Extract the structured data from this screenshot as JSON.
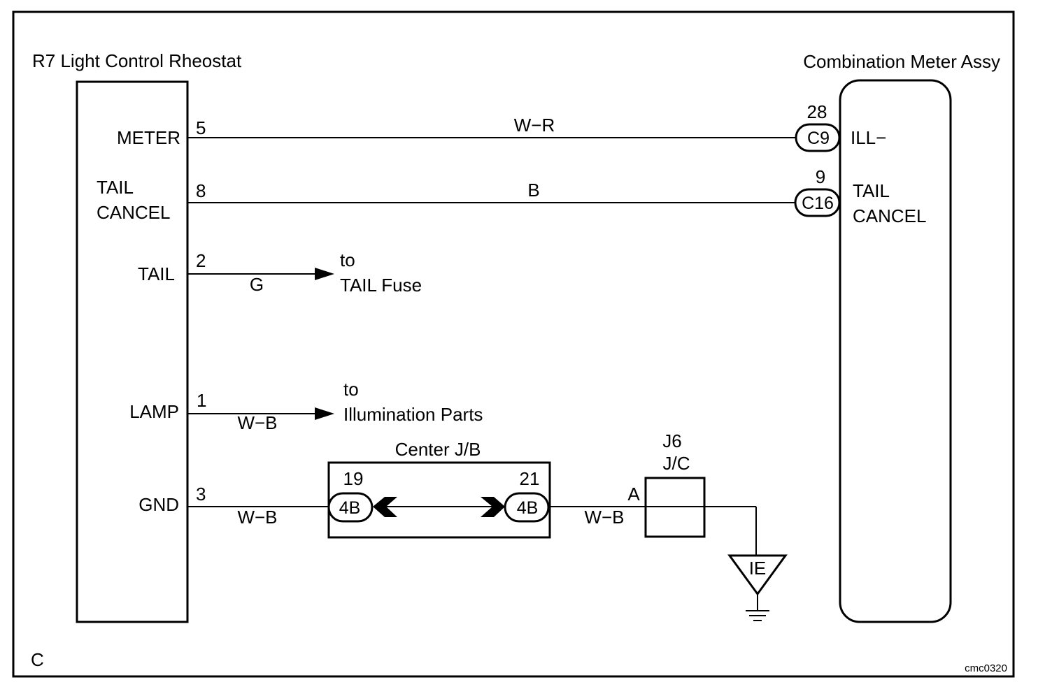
{
  "left_component": {
    "title": "R7 Light Control Rheostat",
    "pins": {
      "meter": {
        "label": "METER",
        "number": "5",
        "wire_color": "W−R"
      },
      "tail_cancel": {
        "label_line1": "TAIL",
        "label_line2": "CANCEL",
        "number": "8",
        "wire_color": "B"
      },
      "tail": {
        "label": "TAIL",
        "number": "2",
        "wire_color": "G",
        "dest_line1": "to",
        "dest_line2": "TAIL Fuse"
      },
      "lamp": {
        "label": "LAMP",
        "number": "1",
        "wire_color": "W−B",
        "dest_line1": "to",
        "dest_line2": "Illumination Parts"
      },
      "gnd": {
        "label": "GND",
        "number": "3",
        "wire_color": "W−B"
      }
    }
  },
  "right_component": {
    "title": "Combination Meter Assy",
    "pins": {
      "ill": {
        "label": "ILL−",
        "connector": "C9",
        "number": "28"
      },
      "tail_cancel": {
        "label_line1": "TAIL",
        "label_line2": "CANCEL",
        "connector": "C16",
        "number": "9"
      }
    }
  },
  "center_jb": {
    "title": "Center J/B",
    "left_connector": {
      "label": "4B",
      "number": "19"
    },
    "right_connector": {
      "label": "4B",
      "number": "21"
    },
    "out_wire_color": "W−B"
  },
  "junction_connector": {
    "title_line1": "J6",
    "title_line2": "J/C",
    "terminal": "A"
  },
  "ground": {
    "label": "IE"
  },
  "footer": {
    "corner_letter": "C",
    "figure_code": "cmc0320"
  }
}
